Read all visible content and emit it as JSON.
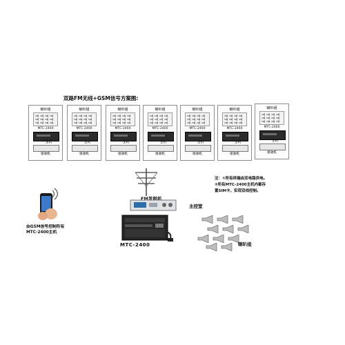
{
  "title": "双路FM无线+GSM信号方案图:",
  "unit_template": {
    "speaker_label": "喇叭组",
    "model_label": "MTC-2400",
    "host_label": "主机",
    "receiver_label": "接收机"
  },
  "units": [
    {
      "id": 1
    },
    {
      "id": 2
    },
    {
      "id": 3
    },
    {
      "id": 4
    },
    {
      "id": 5
    },
    {
      "id": 6
    },
    {
      "id": 7
    }
  ],
  "phone": {
    "caption_line1": "由GSM信号控制所有",
    "caption_line2": "MTC-2400主机"
  },
  "transmitter_label": "FM发射机",
  "control_room_label": "主控室",
  "main_host_label": "MTC-2400",
  "horn_group_label": "喇叭组",
  "notes": {
    "line1": "注：①所有终端由双电路供电。",
    "line2": "②所有MTC-2400主机内都存",
    "line3": "置SIM卡，实现双线控制。"
  }
}
